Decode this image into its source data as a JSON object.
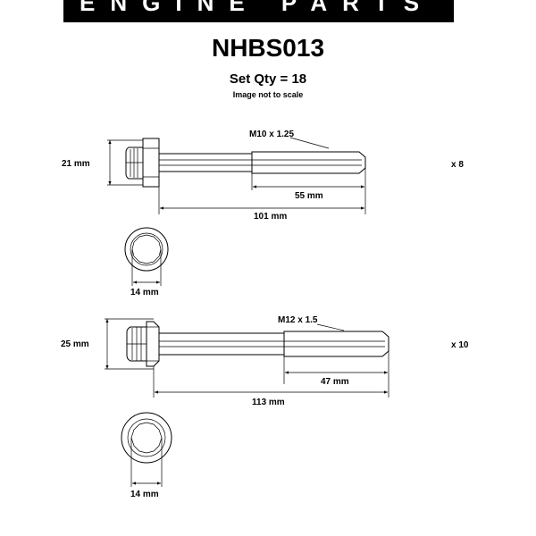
{
  "header": {
    "brand": "ENGINE PARTS"
  },
  "title": "NHBS013",
  "set_qty": "Set Qty = 18",
  "scale_note": "Image not to scale",
  "bolts": [
    {
      "head_diameter": "21 mm",
      "thread": "M10 x 1.25",
      "thread_length": "55 mm",
      "total_length": "101 mm",
      "quantity": "x 8",
      "socket_size": "14 mm"
    },
    {
      "head_diameter": "25 mm",
      "thread": "M12 x 1.5",
      "thread_length": "47 mm",
      "total_length": "113 mm",
      "quantity": "x 10",
      "socket_size": "14 mm"
    }
  ]
}
